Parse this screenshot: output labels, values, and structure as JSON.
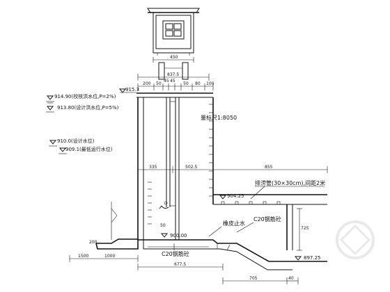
{
  "elevations": {
    "top_deck": "915.3",
    "check_flood": "914.90(校核洪水位,P=2%)",
    "design_flood": "913.80(设计洪水位,P=5%)",
    "design_water": "910.0(设计水位)",
    "min_operating": "909.1(最低运行水位)",
    "sill_right": "904.25",
    "bottom_left": "900.00",
    "bottom_right": "897.25"
  },
  "labels": {
    "scale_note": "量标尺1:8050",
    "drain_pipe": "排涝管(30×30cm),间距2米",
    "rubber_stop": "橡皮止水",
    "c20_wall": "C20钢筋砼",
    "c20_base": "C20钢筋砼"
  },
  "dims": {
    "house_w": "450",
    "pier_w": "837.5",
    "top_seg1": "200",
    "top_seg2": "50",
    "top_seg3": "45",
    "top_seg4": "45",
    "top_seg5": "50",
    "top_seg6": "80",
    "top_seg7": "100",
    "mid_left": "335",
    "mid_center": "502.5",
    "mid_right": "855",
    "right_h": "725",
    "left_h": "200",
    "small_v": "50",
    "bottom_left": "1500",
    "bottom_seg": "1000",
    "bottom_a": "677.5",
    "bottom_b": "705",
    "bottom_c": "40"
  }
}
